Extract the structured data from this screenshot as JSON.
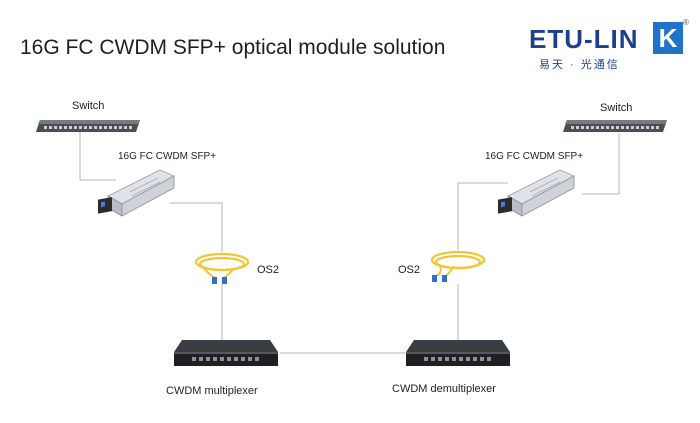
{
  "title": "16G FC CWDM SFP+ optical module solution",
  "logo": {
    "main": "ETU-LIN",
    "k": "K",
    "reg": "®",
    "sub": "易天 · 光通信"
  },
  "left": {
    "switch": "Switch",
    "sfp": "16G FC CWDM SFP+",
    "fiber": "OS2",
    "mux": "CWDM multiplexer"
  },
  "right": {
    "switch": "Switch",
    "sfp": "16G FC CWDM SFP+",
    "fiber": "OS2",
    "mux": "CWDM demultiplexer"
  },
  "colors": {
    "logo_blue": "#1e3f8c",
    "logo_k": "#1f74c9",
    "fiber": "#f2c531",
    "connector": "#2f6fd1",
    "line": "#b5b5b5"
  }
}
